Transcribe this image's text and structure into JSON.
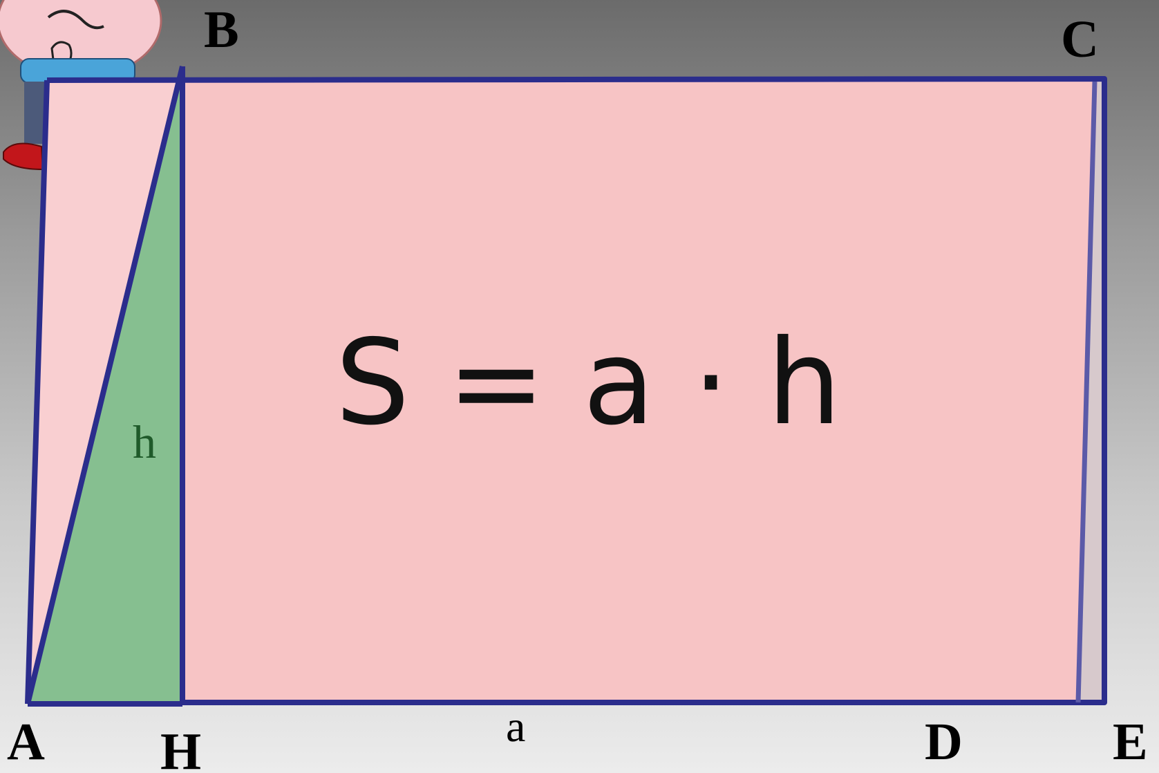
{
  "diagram": {
    "points": {
      "A": "A",
      "B": "B",
      "C": "C",
      "D": "D",
      "E": "E",
      "H": "H"
    },
    "base_label": "a",
    "height_label": "h",
    "formula": "S = a · h",
    "colors": {
      "outline": "#2b2d8c",
      "rectangle_fill": "#f7c4c5",
      "triangle_fill": "#86bf90",
      "height_text": "#1f5a2a"
    }
  }
}
